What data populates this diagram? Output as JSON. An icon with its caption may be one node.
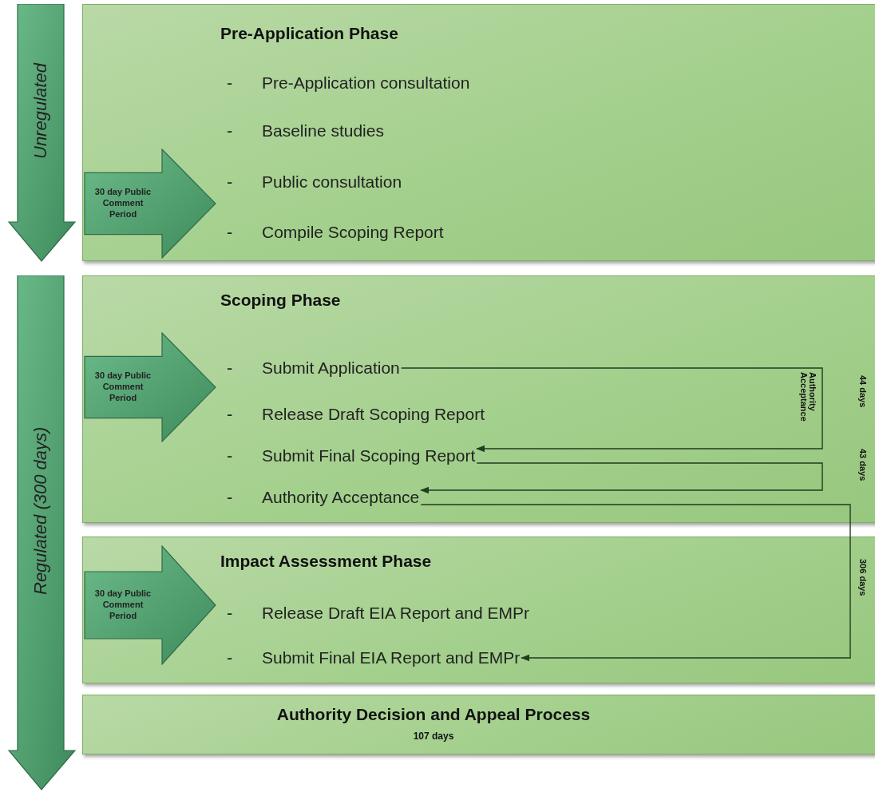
{
  "diagram": {
    "nodes": [
      {
        "text": [
          "Unregulated"
        ]
      },
      {
        "text": [
          "Pre-Application Phase"
        ]
      },
      {
        "text": [
          "-",
          "Pre-Application consultation"
        ],
        "in": 1
      },
      {
        "text": [
          "-",
          "Baseline studies"
        ],
        "in": 1
      },
      {
        "text": [
          "-",
          "Public consultation"
        ],
        "in": 1
      },
      {
        "text": [
          "-",
          "Compile Scoping Report"
        ],
        "in": 1
      },
      {
        "text": [
          "30 day Public Comment Period"
        ],
        "in": 1
      },
      {
        "text": [
          "Regulated (300 days)"
        ]
      },
      {
        "text": [
          "Scoping Phase"
        ]
      },
      {
        "text": [
          "-",
          "Submit Application"
        ],
        "in": 8
      },
      {
        "text": [
          "-",
          "Release Draft Scoping Report"
        ],
        "in": 8
      },
      {
        "text": [
          "-",
          "Submit Final Scoping Report"
        ],
        "in": 8
      },
      {
        "text": [
          "-",
          "Authority Acceptance"
        ],
        "in": 8
      },
      {
        "text": [
          "30 day Public Comment Period"
        ],
        "in": 8
      },
      {
        "text": [
          "Impact Assessment Phase"
        ]
      },
      {
        "text": [
          "-",
          "Release Draft EIA Report and EMPr"
        ],
        "in": 14
      },
      {
        "text": [
          "-",
          "Submit Final EIA Report and EMPr"
        ],
        "in": 14
      },
      {
        "text": [
          "30 day Public Comment Period"
        ],
        "in": 14
      },
      {
        "text": [
          "Authority Decision and Appeal Process",
          "107 days"
        ]
      }
    ],
    "edges": [
      {
        "from": 9,
        "to": 11,
        "arrow": "to",
        "label": "44 days"
      },
      {
        "from": 11,
        "to": 12,
        "arrow": "to",
        "label": "43 days"
      },
      {
        "from": 12,
        "to": 16,
        "arrow": "to",
        "label": "306 days"
      }
    ],
    "labels": [
      "Authority Acceptance"
    ]
  }
}
